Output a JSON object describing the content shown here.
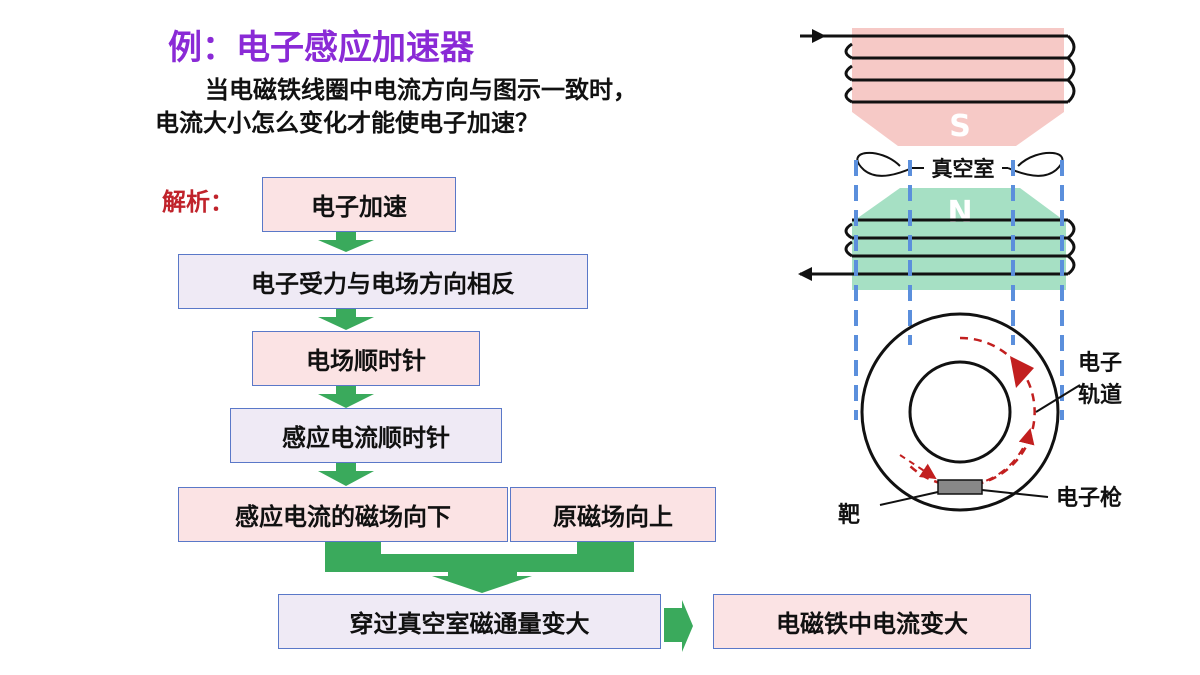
{
  "title": "例：电子感应加速器",
  "question": {
    "line1": "当电磁铁线圈中电流方向与图示一致时，",
    "line2": "电流大小怎么变化才能使电子加速？"
  },
  "analysis_label": "解析：",
  "flow": {
    "step1": "电子加速",
    "step2": "电子受力与电场方向相反",
    "step3": "电场顺时针",
    "step4": "感应电流顺时针",
    "step5a": "感应电流的磁场向下",
    "step5b": "原磁场向上",
    "step6": "穿过真空室磁通量变大",
    "result": "电磁铁中电流变大"
  },
  "diagram": {
    "pole_s": "S",
    "pole_n": "N",
    "vacuum_chamber": "真空室",
    "electron_orbit_1": "电子",
    "electron_orbit_2": "轨道",
    "target": "靶",
    "electron_gun": "电子枪"
  },
  "colors": {
    "title": "#8a2ad6",
    "analysis": "#c0232b",
    "arrow": "#3aaa5c",
    "pole_s": "#f6c9c6",
    "pole_n": "#a6e0c4",
    "dashed_guide": "#5b8fdc",
    "orbit": "#c21f1f",
    "box_border": "#5a78c8"
  }
}
